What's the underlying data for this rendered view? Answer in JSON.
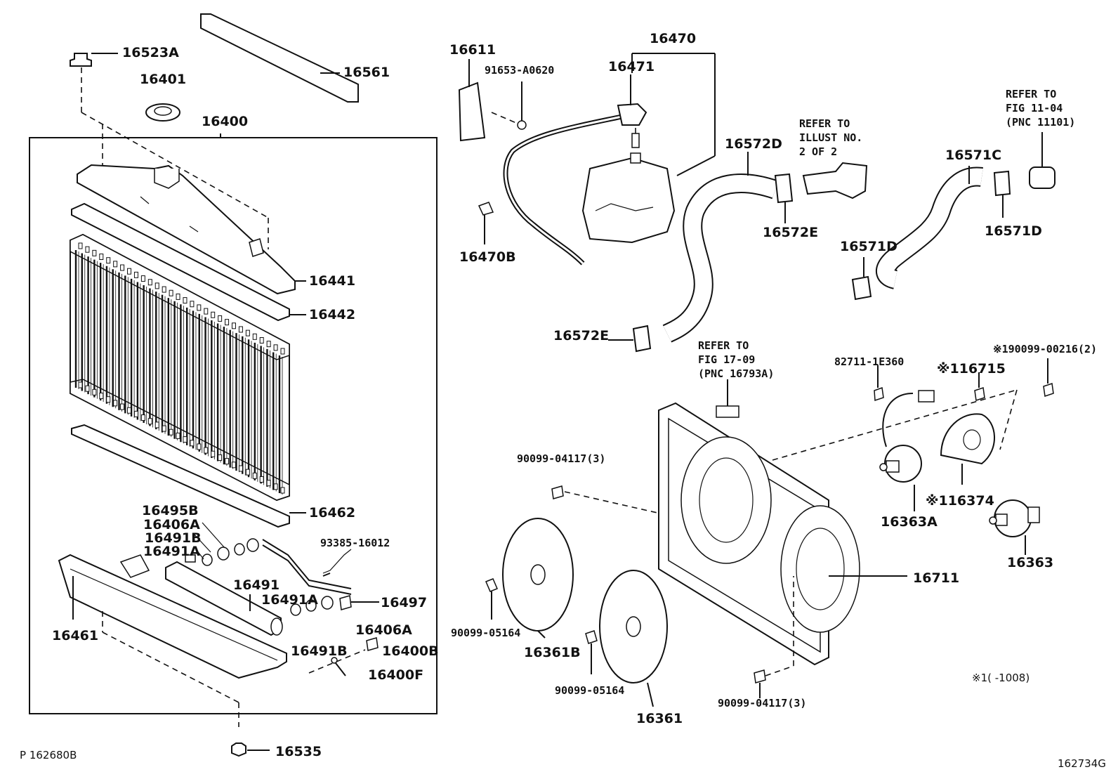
{
  "diagram": {
    "parts": [
      {
        "id": "p16523A",
        "label": "16523A"
      },
      {
        "id": "p16561",
        "label": "16561"
      },
      {
        "id": "p16401",
        "label": "16401"
      },
      {
        "id": "p16400",
        "label": "16400"
      },
      {
        "id": "p16441",
        "label": "16441"
      },
      {
        "id": "p16442",
        "label": "16442"
      },
      {
        "id": "p16462",
        "label": "16462"
      },
      {
        "id": "p16495B",
        "label": "16495B"
      },
      {
        "id": "p16406A_1",
        "label": "16406A"
      },
      {
        "id": "p16491B_1",
        "label": "16491B"
      },
      {
        "id": "p16491A_1",
        "label": "16491A"
      },
      {
        "id": "p93385",
        "label": "93385-16012"
      },
      {
        "id": "p16491",
        "label": "16491"
      },
      {
        "id": "p16491A_2",
        "label": "16491A"
      },
      {
        "id": "p16497",
        "label": "16497"
      },
      {
        "id": "p16461",
        "label": "16461"
      },
      {
        "id": "p16406A_2",
        "label": "16406A"
      },
      {
        "id": "p16491B_2",
        "label": "16491B"
      },
      {
        "id": "p16400B",
        "label": "16400B"
      },
      {
        "id": "p16400F",
        "label": "16400F"
      },
      {
        "id": "p16535",
        "label": "16535"
      },
      {
        "id": "p16611",
        "label": "16611"
      },
      {
        "id": "p91653",
        "label": "91653-A0620"
      },
      {
        "id": "p16470",
        "label": "16470"
      },
      {
        "id": "p16471",
        "label": "16471"
      },
      {
        "id": "p16470B",
        "label": "16470B"
      },
      {
        "id": "p16572D",
        "label": "16572D"
      },
      {
        "id": "p16572E_1",
        "label": "16572E"
      },
      {
        "id": "p16572E_2",
        "label": "16572E"
      },
      {
        "id": "p16571C",
        "label": "16571C"
      },
      {
        "id": "p16571D_1",
        "label": "16571D"
      },
      {
        "id": "p16571D_2",
        "label": "16571D"
      },
      {
        "id": "p82711",
        "label": "82711-1E360"
      },
      {
        "id": "p16715",
        "label": "※116715"
      },
      {
        "id": "p190099",
        "label": "※190099-00216(2)"
      },
      {
        "id": "p90099_04117a",
        "label": "90099-04117(3)"
      },
      {
        "id": "p16363A",
        "label": "16363A"
      },
      {
        "id": "p16374",
        "label": "※116374"
      },
      {
        "id": "p16363",
        "label": "16363"
      },
      {
        "id": "p16711",
        "label": "16711"
      },
      {
        "id": "p90099_05164a",
        "label": "90099-05164"
      },
      {
        "id": "p16361B",
        "label": "16361B"
      },
      {
        "id": "p90099_05164b",
        "label": "90099-05164"
      },
      {
        "id": "p16361",
        "label": "16361"
      },
      {
        "id": "p90099_04117b",
        "label": "90099-04117(3)"
      }
    ],
    "refs": {
      "illust": [
        "REFER TO",
        "ILLUST NO.",
        "2 OF 2"
      ],
      "fig1104": [
        "REFER TO",
        "FIG 11-04",
        "(PNC 11101)"
      ],
      "fig1709": [
        "REFER TO",
        "FIG 17-09",
        "(PNC 16793A)"
      ]
    },
    "footnote": "※1(     -1008)",
    "left_code": "P 162680B",
    "right_code": "162734G"
  }
}
